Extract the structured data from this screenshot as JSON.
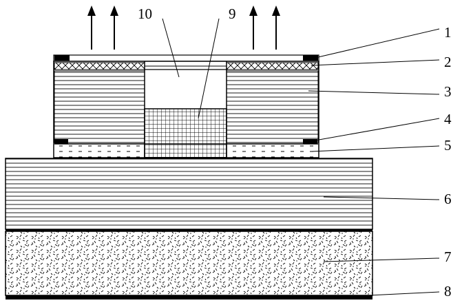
{
  "labels": {
    "l1": "1",
    "l2": "2",
    "l3": "3",
    "l4": "4",
    "l5": "5",
    "l6": "6",
    "l7": "7",
    "l8": "8",
    "l9": "9",
    "l10": "10"
  },
  "colors": {
    "ink": "#000000",
    "background": "#ffffff"
  }
}
